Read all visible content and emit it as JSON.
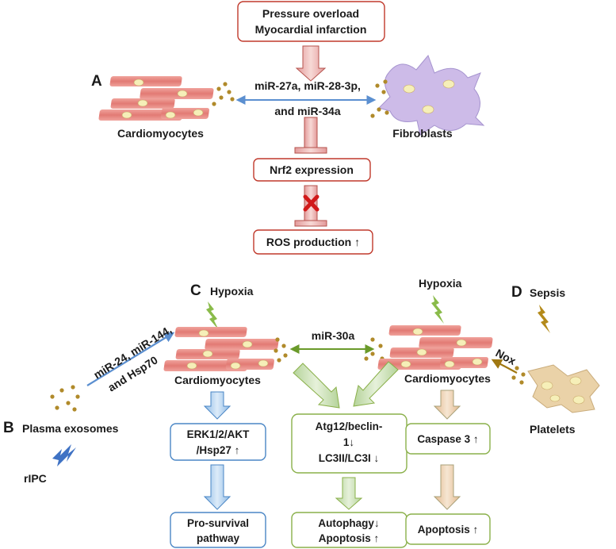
{
  "panel_a": {
    "letter": "A",
    "trigger_line1": "Pressure overload",
    "trigger_line2": "Myocardial infarction",
    "mirna_line1": "miR-27a, miR-28-3p,",
    "mirna_line2": "and miR-34a",
    "left_cell": "Cardiomyocytes",
    "right_cell": "Fibroblasts",
    "nrf2": "Nrf2 expression",
    "ros": "ROS production ↑"
  },
  "panel_b": {
    "letter": "B",
    "source": "Plasma exosomes",
    "stimulus": "rIPC",
    "cargo_line1": "miR-24, miR-144,",
    "cargo_line2": "and Hsp70",
    "target_cell": "Cardiomyocytes",
    "pathway_line1": "ERK1/2/AKT",
    "pathway_line2": "/Hsp27 ↑",
    "outcome_line1": "Pro-survival",
    "outcome_line2": "pathway"
  },
  "panel_c": {
    "letter": "C",
    "left_stimulus": "Hypoxia",
    "right_stimulus": "Hypoxia",
    "mirna": "miR-30a",
    "right_cell": "Cardiomyocytes",
    "autophagy_line1": "Atg12/beclin-",
    "autophagy_line2": "1↓",
    "autophagy_line3": "LC3II/LC3I ↓",
    "outcome_line1": "Autophagy↓",
    "outcome_line2": "Apoptosis ↑"
  },
  "panel_d": {
    "letter": "D",
    "stimulus": "Sepsis",
    "mediator": "Nox",
    "source_cell": "Platelets",
    "caspase": "Caspase 3 ↑",
    "outcome": "Apoptosis ↑"
  },
  "colors": {
    "red_border": "#c0392b",
    "blue_border": "#4a86c5",
    "green_border": "#8ab04a",
    "tan_border": "#a9a17a",
    "blue_arrow": "#5b8fd0",
    "green_arrow": "#6a9a2a",
    "gold_arrow": "#a07812",
    "cell_pink": "#e8827c",
    "fibroblast": "#c9b6e6",
    "platelet": "#e8cfa4",
    "exosome": "#b08a2a"
  }
}
